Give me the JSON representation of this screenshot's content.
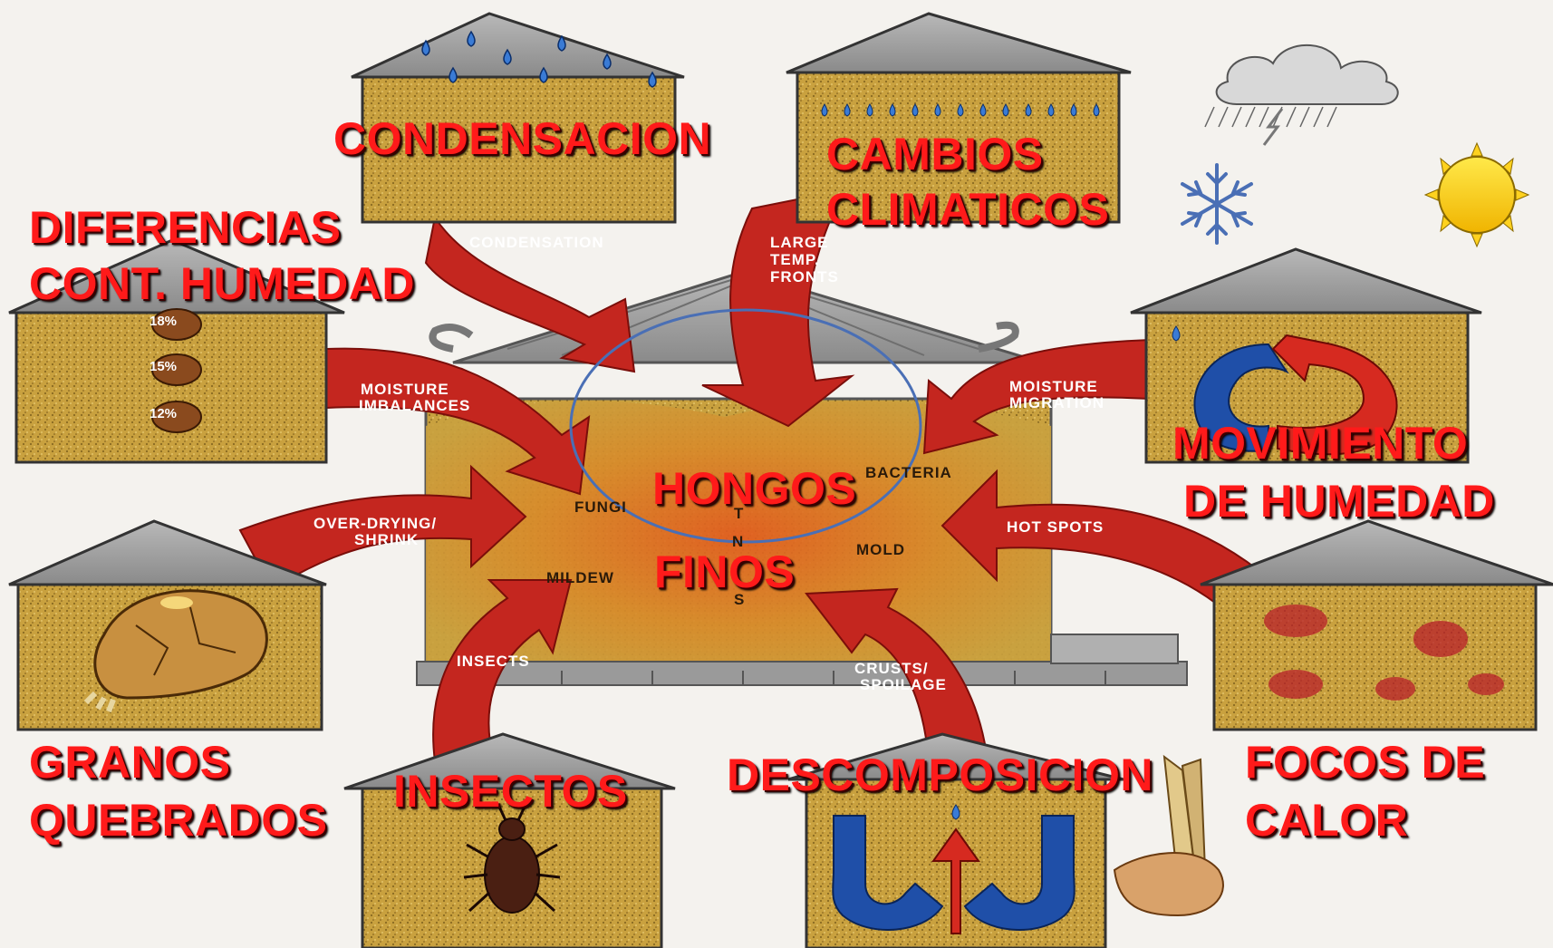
{
  "labels_es": {
    "condensacion": "CONDENSACION",
    "cambios_1": "CAMBIOS",
    "cambios_2": "CLIMATICOS",
    "diferencias_1": "DIFERENCIAS",
    "diferencias_2": "CONT. HUMEDAD",
    "movimiento_1": "MOVIMIENTO",
    "movimiento_2": "DE HUMEDAD",
    "hongos": "HONGOS",
    "finos": "FINOS",
    "granos_1": "GRANOS",
    "granos_2": "QUEBRADOS",
    "insectos": "INSECTOS",
    "descomposicion": "DESCOMPOSICION",
    "focos_1": "FOCOS DE",
    "focos_2": "CALOR"
  },
  "labels_en": {
    "condensation": "CONDENSATION",
    "large_temp_1": "LARGE",
    "large_temp_2": "TEMP.",
    "large_temp_3": "FRONTS",
    "moisture_imb_1": "MOISTURE",
    "moisture_imb_2": "IMBALANCES",
    "moisture_mig_1": "MOISTURE",
    "moisture_mig_2": "MIGRATION",
    "overdry_1": "OVER-DRYING/",
    "overdry_2": "SHRINK",
    "hot_spots": "HOT SPOTS",
    "insects": "INSECTS",
    "crusts_1": "CRUSTS/",
    "crusts_2": "SPOILAGE"
  },
  "center_labels": {
    "fungi": "FUNGI",
    "bacteria": "BACTERIA",
    "mold": "MOLD",
    "mildew": "MILDEW",
    "t": "T",
    "n": "N",
    "s": "S"
  },
  "moisture_levels": [
    "18%",
    "15%",
    "12%"
  ],
  "colors": {
    "arrow": "#c4261f",
    "grain": "#c9a13f",
    "label": "#ff1a1a",
    "roof": "#9a9a9a",
    "ellipse": "#4a6fb5"
  },
  "icons": [
    "rain-cloud-icon",
    "snowflake-icon",
    "sun-icon"
  ]
}
